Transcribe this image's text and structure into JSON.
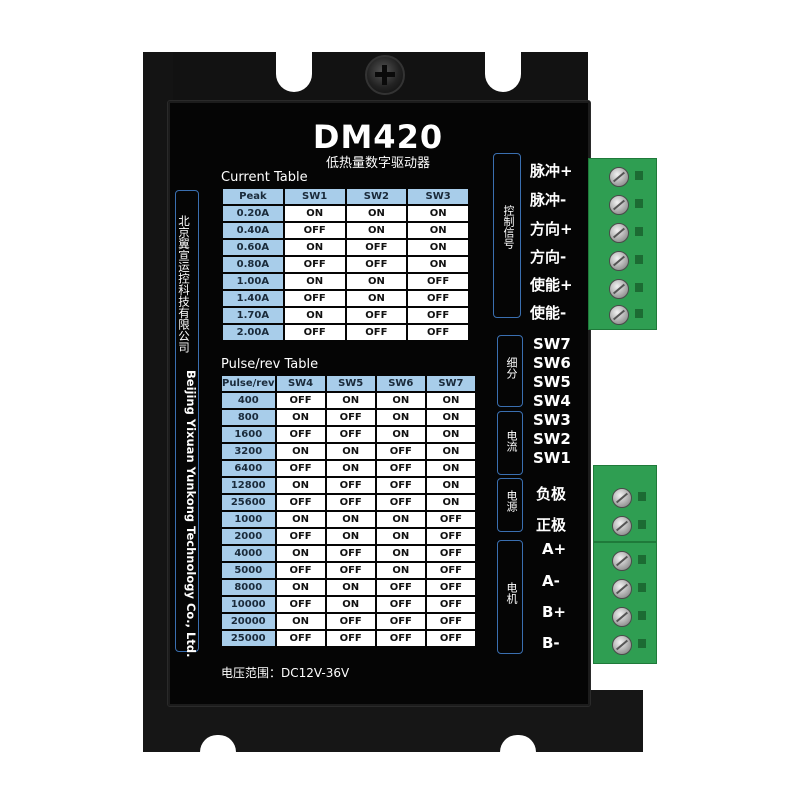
{
  "model": "DM420",
  "subtitle": "低热量数字驱动器",
  "vendor": {
    "chinese": "北京翼宣运控科技有限公司",
    "english": "Beijing Yixuan Yunkong Technology Co., Ltd."
  },
  "current_table": {
    "title": "Current Table",
    "headers": [
      "Peak",
      "SW1",
      "SW2",
      "SW3"
    ],
    "rows": [
      [
        "0.20A",
        "ON",
        "ON",
        "ON"
      ],
      [
        "0.40A",
        "OFF",
        "ON",
        "ON"
      ],
      [
        "0.60A",
        "ON",
        "OFF",
        "ON"
      ],
      [
        "0.80A",
        "OFF",
        "OFF",
        "ON"
      ],
      [
        "1.00A",
        "ON",
        "ON",
        "OFF"
      ],
      [
        "1.40A",
        "OFF",
        "ON",
        "OFF"
      ],
      [
        "1.70A",
        "ON",
        "OFF",
        "OFF"
      ],
      [
        "2.00A",
        "OFF",
        "OFF",
        "OFF"
      ]
    ]
  },
  "pulse_table": {
    "title": "Pulse/rev Table",
    "headers": [
      "Pulse/rev",
      "SW4",
      "SW5",
      "SW6",
      "SW7"
    ],
    "rows": [
      [
        "400",
        "OFF",
        "ON",
        "ON",
        "ON"
      ],
      [
        "800",
        "ON",
        "OFF",
        "ON",
        "ON"
      ],
      [
        "1600",
        "OFF",
        "OFF",
        "ON",
        "ON"
      ],
      [
        "3200",
        "ON",
        "ON",
        "OFF",
        "ON"
      ],
      [
        "6400",
        "OFF",
        "ON",
        "OFF",
        "ON"
      ],
      [
        "12800",
        "ON",
        "OFF",
        "OFF",
        "ON"
      ],
      [
        "25600",
        "OFF",
        "OFF",
        "OFF",
        "ON"
      ],
      [
        "1000",
        "ON",
        "ON",
        "ON",
        "OFF"
      ],
      [
        "2000",
        "OFF",
        "ON",
        "ON",
        "OFF"
      ],
      [
        "4000",
        "ON",
        "OFF",
        "ON",
        "OFF"
      ],
      [
        "5000",
        "OFF",
        "OFF",
        "ON",
        "OFF"
      ],
      [
        "8000",
        "ON",
        "ON",
        "OFF",
        "OFF"
      ],
      [
        "10000",
        "OFF",
        "ON",
        "OFF",
        "OFF"
      ],
      [
        "20000",
        "ON",
        "OFF",
        "OFF",
        "OFF"
      ],
      [
        "25000",
        "OFF",
        "OFF",
        "OFF",
        "OFF"
      ]
    ]
  },
  "voltage": "电压范围：DC12V-36V",
  "groups": {
    "control": "控制信号",
    "microstep": "细分",
    "current": "电流",
    "power": "电源",
    "motor": "电机"
  },
  "signal_labels": [
    "脉冲+",
    "脉冲-",
    "方向+",
    "方向-",
    "使能+",
    "使能-"
  ],
  "switch_labels": [
    "SW7",
    "SW6",
    "SW5",
    "SW4",
    "SW3",
    "SW2",
    "SW1"
  ],
  "power_labels": [
    "负极",
    "正极"
  ],
  "motor_labels": [
    "A+",
    "A-",
    "B+",
    "B-"
  ],
  "colors": {
    "plate": "#050505",
    "table_header": "#a8cdea",
    "frame_line": "#3a6fb0",
    "terminal_green": "#2f9e52"
  }
}
